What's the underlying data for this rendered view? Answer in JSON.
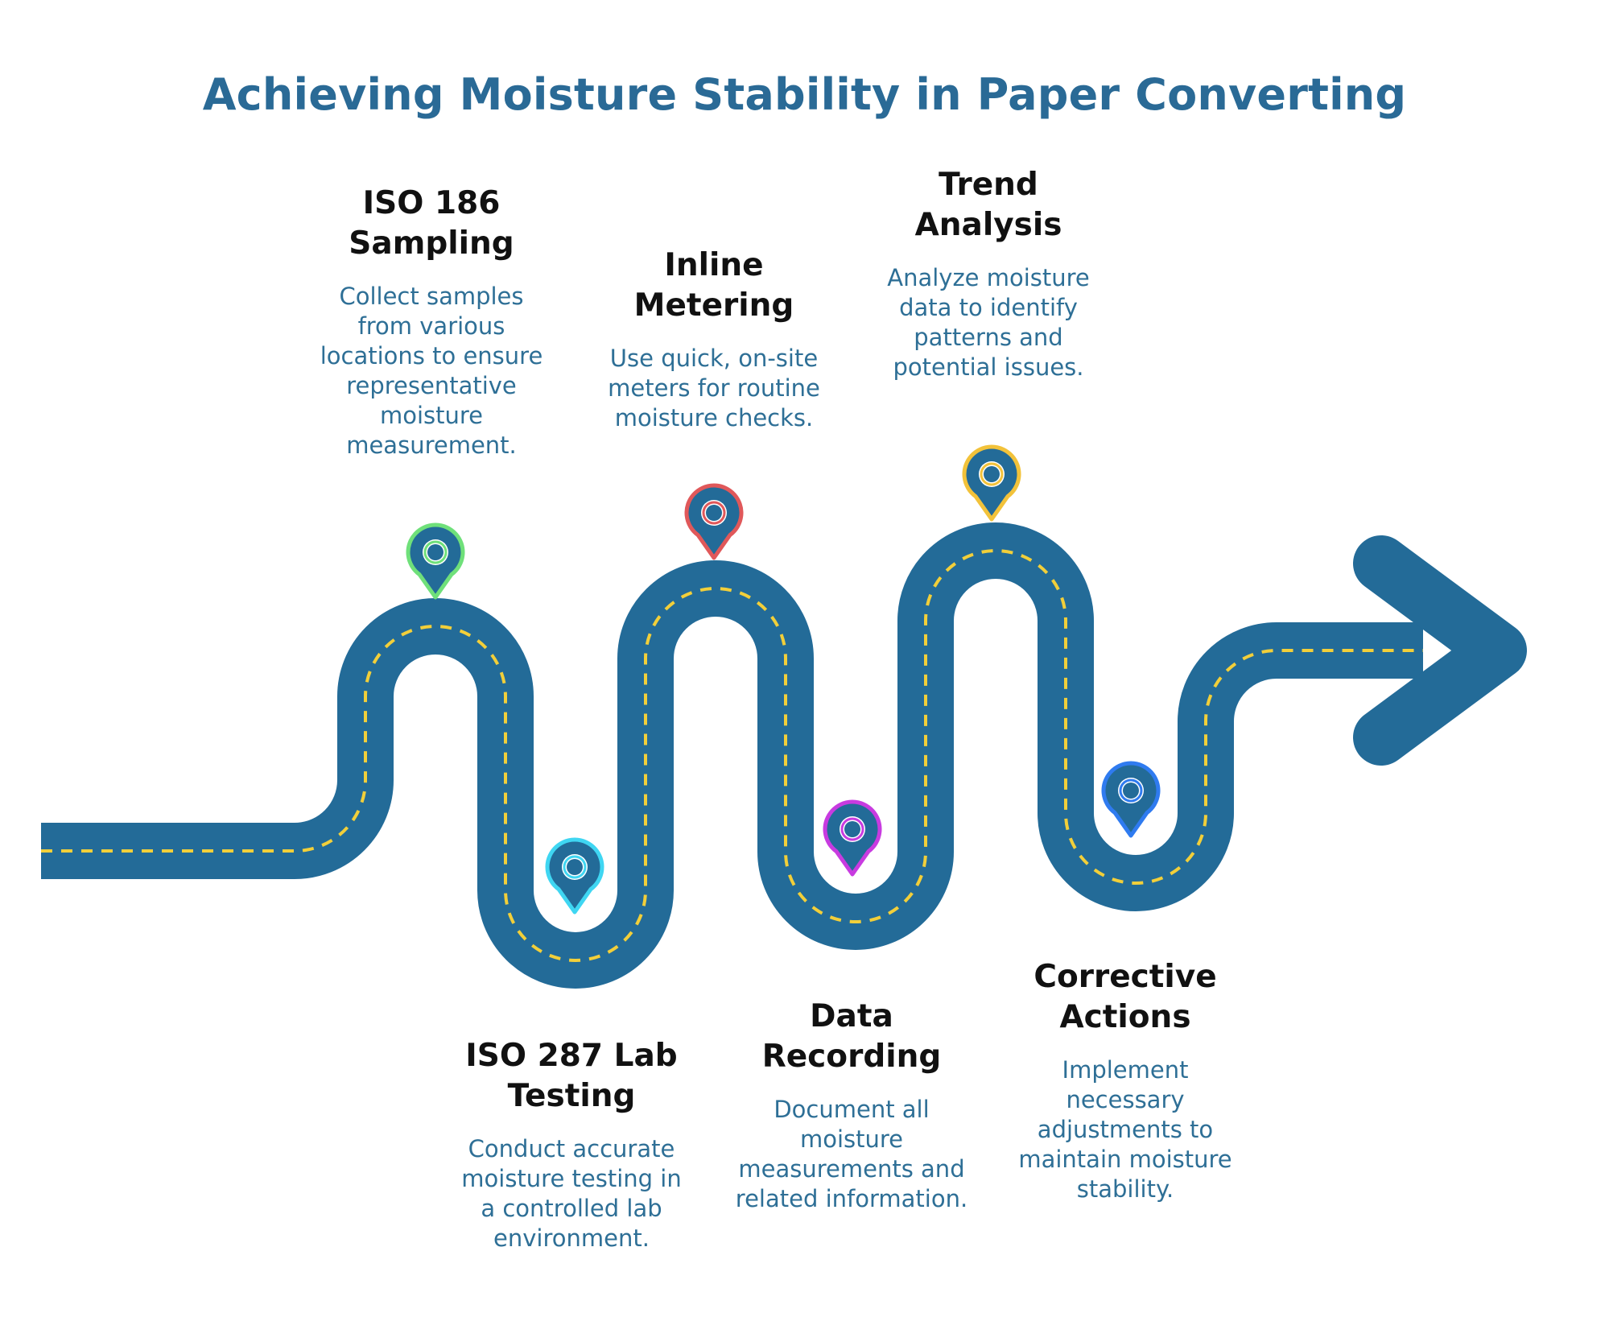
{
  "title": "Achieving Moisture Stability in Paper Converting",
  "colors": {
    "road": "#236b98",
    "dash": "#f2cf3a",
    "title": "#2a6a96",
    "heading": "#111111",
    "body": "#2e6f96"
  },
  "steps": [
    {
      "id": "iso186",
      "heading": [
        "ISO 186",
        "Sampling"
      ],
      "body": [
        "Collect samples",
        "from various",
        "locations to ensure",
        "representative",
        "moisture",
        "measurement."
      ],
      "pin_color": "#6fe07a",
      "pin_icon": "location-pin-icon"
    },
    {
      "id": "iso287",
      "heading": [
        "ISO 287 Lab",
        "Testing"
      ],
      "body": [
        "Conduct accurate",
        "moisture testing in",
        "a controlled lab",
        "environment."
      ],
      "pin_color": "#3fd6f2",
      "pin_icon": "location-pin-icon"
    },
    {
      "id": "inline",
      "heading": [
        "Inline",
        "Metering"
      ],
      "body": [
        "Use quick, on-site",
        "meters for routine",
        "moisture checks."
      ],
      "pin_color": "#e0585a",
      "pin_icon": "location-pin-icon"
    },
    {
      "id": "data",
      "heading": [
        "Data",
        "Recording"
      ],
      "body": [
        "Document all",
        "moisture",
        "measurements and",
        "related information."
      ],
      "pin_color": "#c83be0",
      "pin_icon": "location-pin-icon"
    },
    {
      "id": "trend",
      "heading": [
        "Trend",
        "Analysis"
      ],
      "body": [
        "Analyze moisture",
        "data to identify",
        "patterns and",
        "potential issues."
      ],
      "pin_color": "#f2c23a",
      "pin_icon": "location-pin-icon"
    },
    {
      "id": "corrective",
      "heading": [
        "Corrective",
        "Actions"
      ],
      "body": [
        "Implement",
        "necessary",
        "adjustments to",
        "maintain moisture",
        "stability."
      ],
      "pin_color": "#2f7bf0",
      "pin_icon": "location-pin-icon"
    }
  ],
  "arrow_icon": "arrow-right-icon"
}
